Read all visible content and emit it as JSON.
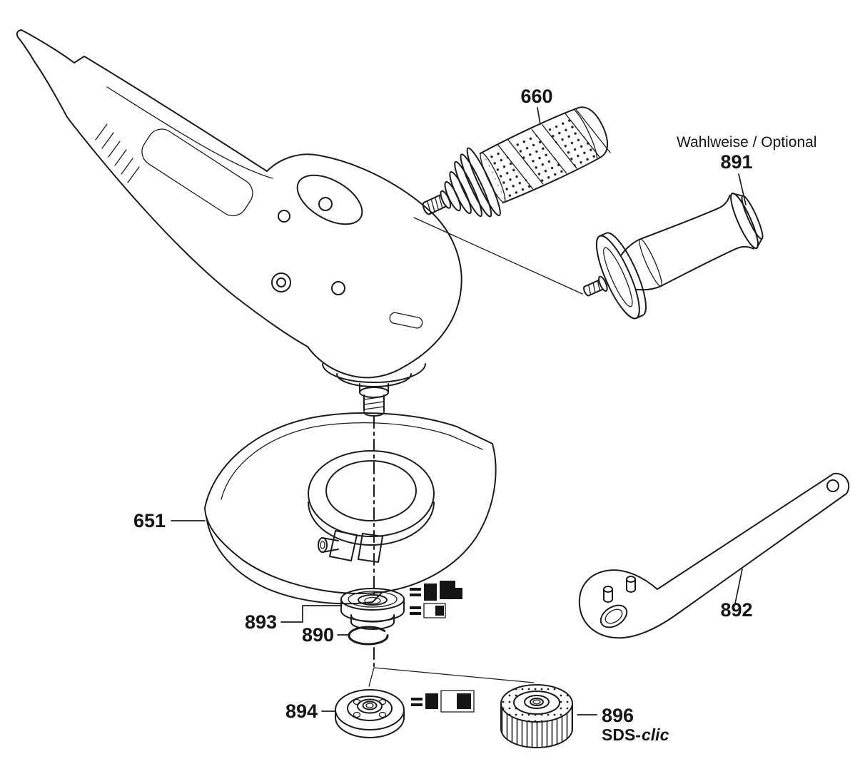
{
  "page": {
    "background": "#ffffff",
    "line_color": "#1c1c1c"
  },
  "labels": {
    "part_660": "660",
    "optional_note": "Wahlweise / Optional",
    "part_891": "891",
    "part_651": "651",
    "part_893": "893",
    "part_890": "890",
    "part_894": "894",
    "part_896": "896",
    "part_896_prefix": "SDS-",
    "part_896_suffix": "clic",
    "part_892": "892"
  }
}
